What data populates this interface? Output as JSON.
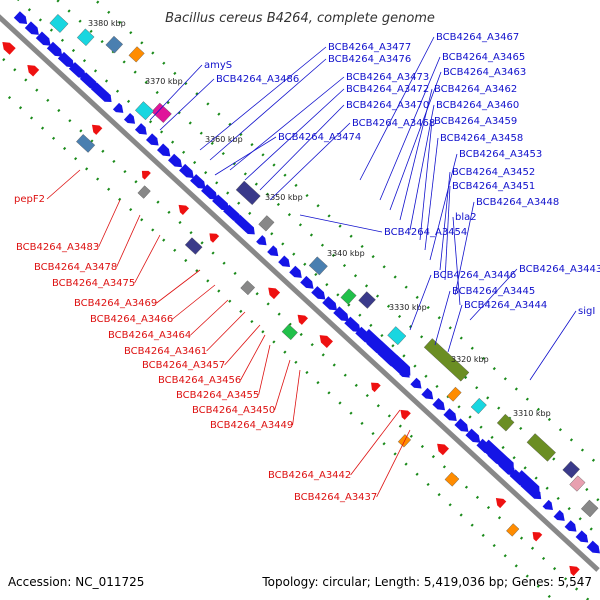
{
  "title": "Bacillus cereus B4264, complete genome",
  "accession_text": "Accession: NC_011725",
  "summary_text": "Topology: circular; Length: 5,419,036 bp; Genes: 5,547",
  "kbp_ticks": [
    "3380 kbp",
    "3370 kbp",
    "3360 kbp",
    "3350 kbp",
    "3340 kbp",
    "3330 kbp",
    "3320 kbp",
    "3310 kbp"
  ],
  "plus_strand_labels": [
    "BCB4264_A3467",
    "BCB4264_A3477",
    "BCB4264_A3465",
    "BCB4264_A3476",
    "amyS",
    "BCB4264_A3463",
    "BCB4264_A3486",
    "BCB4264_A3473",
    "BCB4264_A3462",
    "BCB4264_A3472",
    "BCB4264_A3460",
    "BCB4264_A3470",
    "BCB4264_A3459",
    "BCB4264_A3468",
    "BCB4264_A3474",
    "BCB4264_A3458",
    "BCB4264_A3453",
    "BCB4264_A3452",
    "BCB4264_A3451",
    "BCB4264_A3448",
    "bla2",
    "BCB4264_A3454",
    "BCB4264_A3446",
    "BCB4264_A3443",
    "BCB4264_A3445",
    "BCB4264_A3444",
    "sigI"
  ],
  "minus_strand_labels": [
    "pepF2",
    "BCB4264_A3483",
    "BCB4264_A3478",
    "BCB4264_A3475",
    "BCB4264_A3469",
    "BCB4264_A3466",
    "BCB4264_A3464",
    "BCB4264_A3461",
    "BCB4264_A3457",
    "BCB4264_A3456",
    "BCB4264_A3455",
    "BCB4264_A3450",
    "BCB4264_A3449",
    "BCB4264_A3442",
    "BCB4264_A3437"
  ],
  "colors": {
    "backbone": "#888888",
    "plus_cds": "#1515e6",
    "minus_cds": "#ee1111",
    "tick_green": "#1a8a1a",
    "plus_label": "#1111cc",
    "minus_label": "#dd1111",
    "feature_cyan": "#19d6e0",
    "feature_olive": "#6b8e23",
    "feature_steel": "#4a7fb0",
    "feature_slate": "#3a3a8a",
    "feature_magenta": "#e0159a",
    "feature_orange": "#ff8c00",
    "feature_gray": "#888888",
    "feature_green": "#21c04a",
    "feature_pink": "#e8a0b0"
  }
}
